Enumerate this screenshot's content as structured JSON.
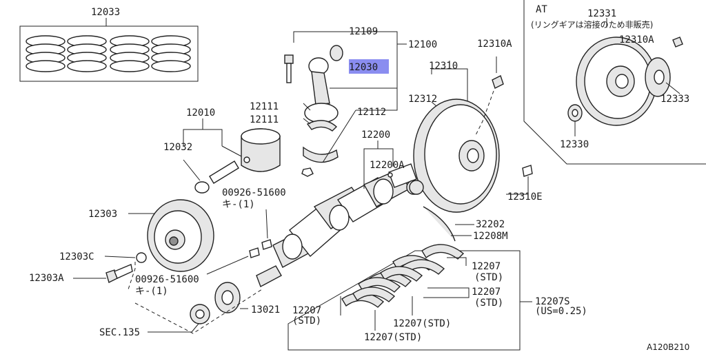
{
  "labels": {
    "p12033": "12033",
    "p12109": "12109",
    "p12100": "12100",
    "p12030": "12030",
    "p12111a": "12111",
    "p12111b": "12111",
    "p12112": "12112",
    "p12010": "12010",
    "p12032": "12032",
    "p12200": "12200",
    "p12200A": "12200A",
    "p12310A_top": "12310A",
    "p12310": "12310",
    "p12312": "12312",
    "p12310E": "12310E",
    "p32202": "32202",
    "p12208M": "12208M",
    "key_top_num": "00926-51600",
    "key_top_txt": "キ-(1)",
    "key_bot_num": "00926-51600",
    "key_bot_txt": "キ-(1)",
    "p12303": "12303",
    "p12303C": "12303C",
    "p12303A": "12303A",
    "p13021": "13021",
    "sec135": "SEC.135",
    "p12207_a": "12207",
    "p12207_a_sub": "(STD)",
    "p12207_b": "12207",
    "p12207_b_sub": "(STD)",
    "p12207_c": "12207",
    "p12207_c_sub": "(STD)",
    "p12207_d": "12207(STD)",
    "p12207_e": "12207(STD)",
    "p12207S": "12207S",
    "p12207S_sub": "(US=0.25)",
    "at_title": "AT",
    "at_note": "(リングギアは溶接のため非販売)",
    "p12331": "12331",
    "p12310A_at": "12310A",
    "p12333": "12333",
    "p12330": "12330",
    "ref_code": "A120B210"
  },
  "highlight": {
    "part": "12030",
    "color": "#8a8df0"
  },
  "colors": {
    "line": "#222222",
    "part_fill_light": "#e6e6e6",
    "part_fill_dark": "#8f8f8f"
  }
}
